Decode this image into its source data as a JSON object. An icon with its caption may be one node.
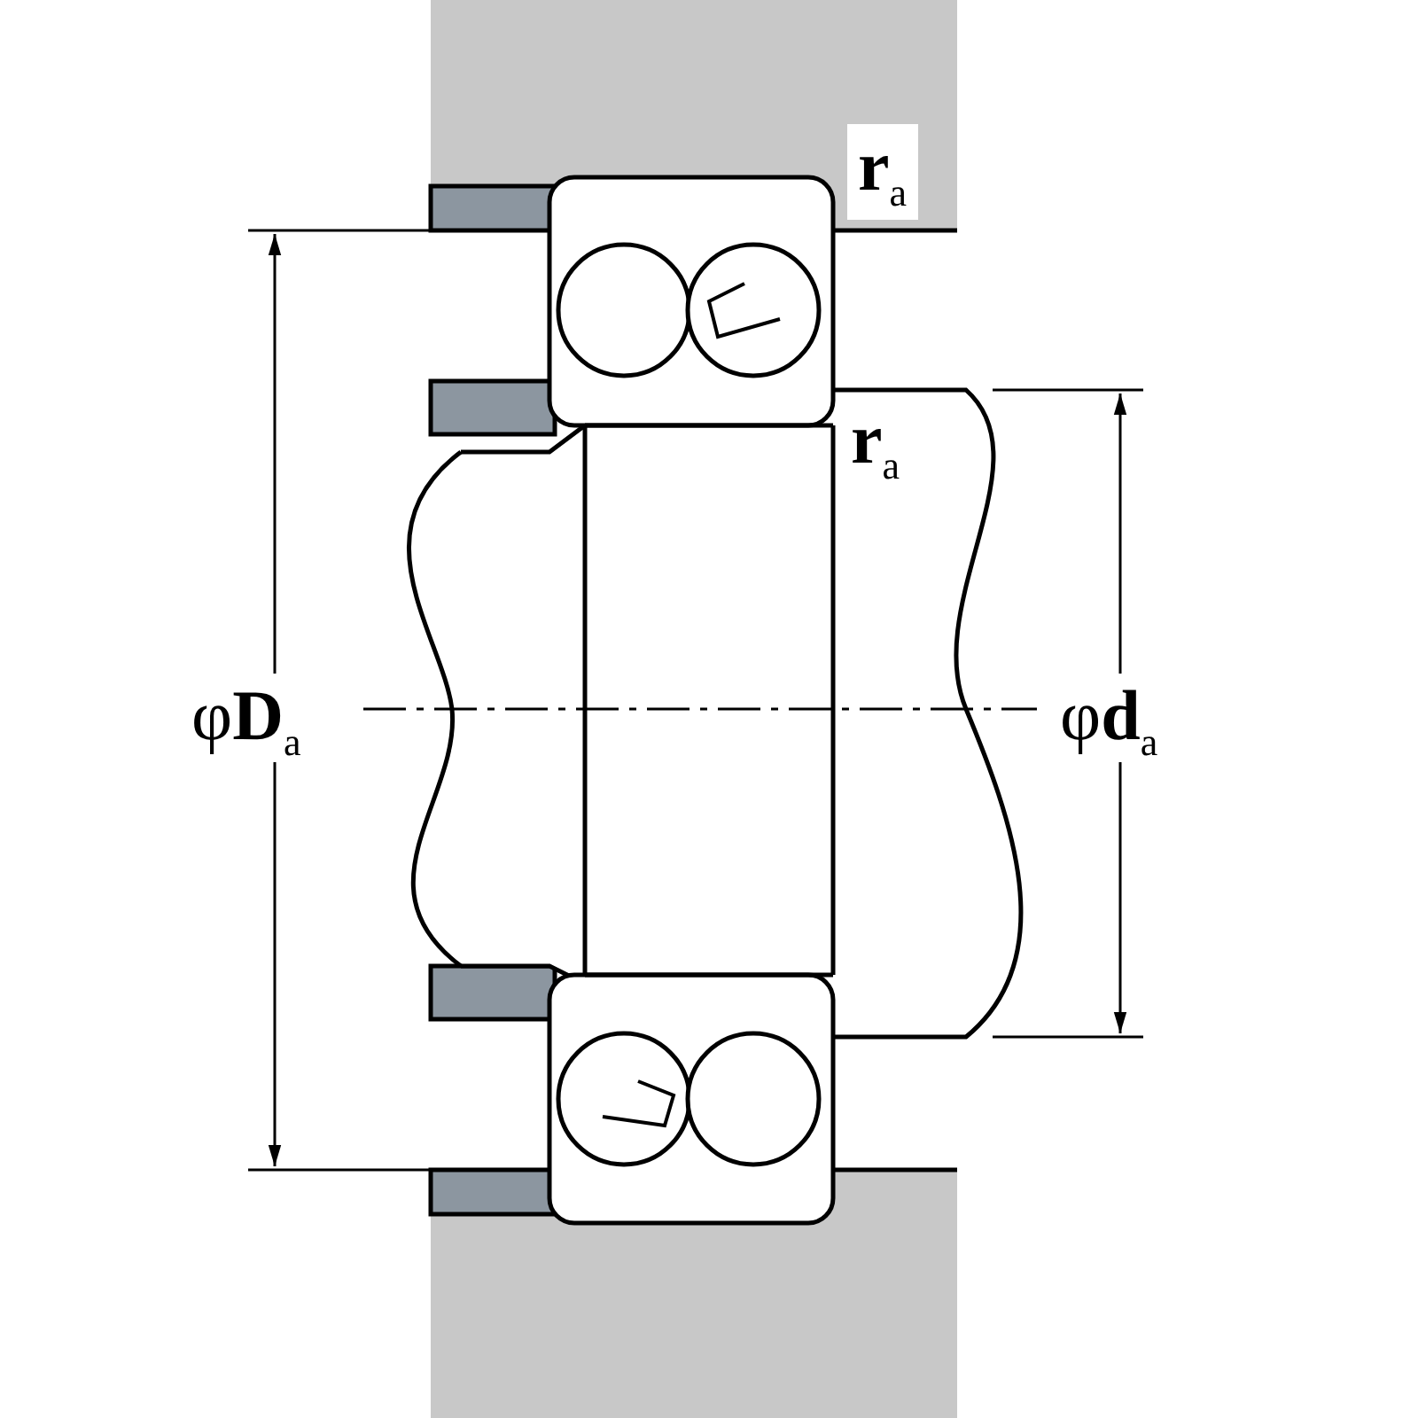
{
  "diagram": {
    "labels": [
      "**r**$_{a}$",
      "**r**$_{a}$",
      "φ**D**$_{a}$",
      "φ**d**$_{a}$"
    ]
  }
}
